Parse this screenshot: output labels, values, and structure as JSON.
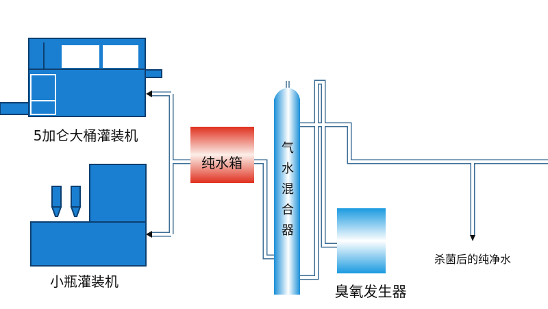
{
  "diagram": {
    "large_filler_label": "5加仑大桶灌装机",
    "small_filler_label": "小瓶灌装机",
    "pure_water_tank_label": "纯水箱",
    "mixer_label": [
      "气",
      "水",
      "混",
      "合",
      "器"
    ],
    "ozone_generator_label": "臭氧发生器",
    "output_label": "杀菌后的纯净水"
  },
  "colors": {
    "machine": "#1a7fd1",
    "tank_red": "#e0301e",
    "pipe_outline": "#3f6f96"
  }
}
